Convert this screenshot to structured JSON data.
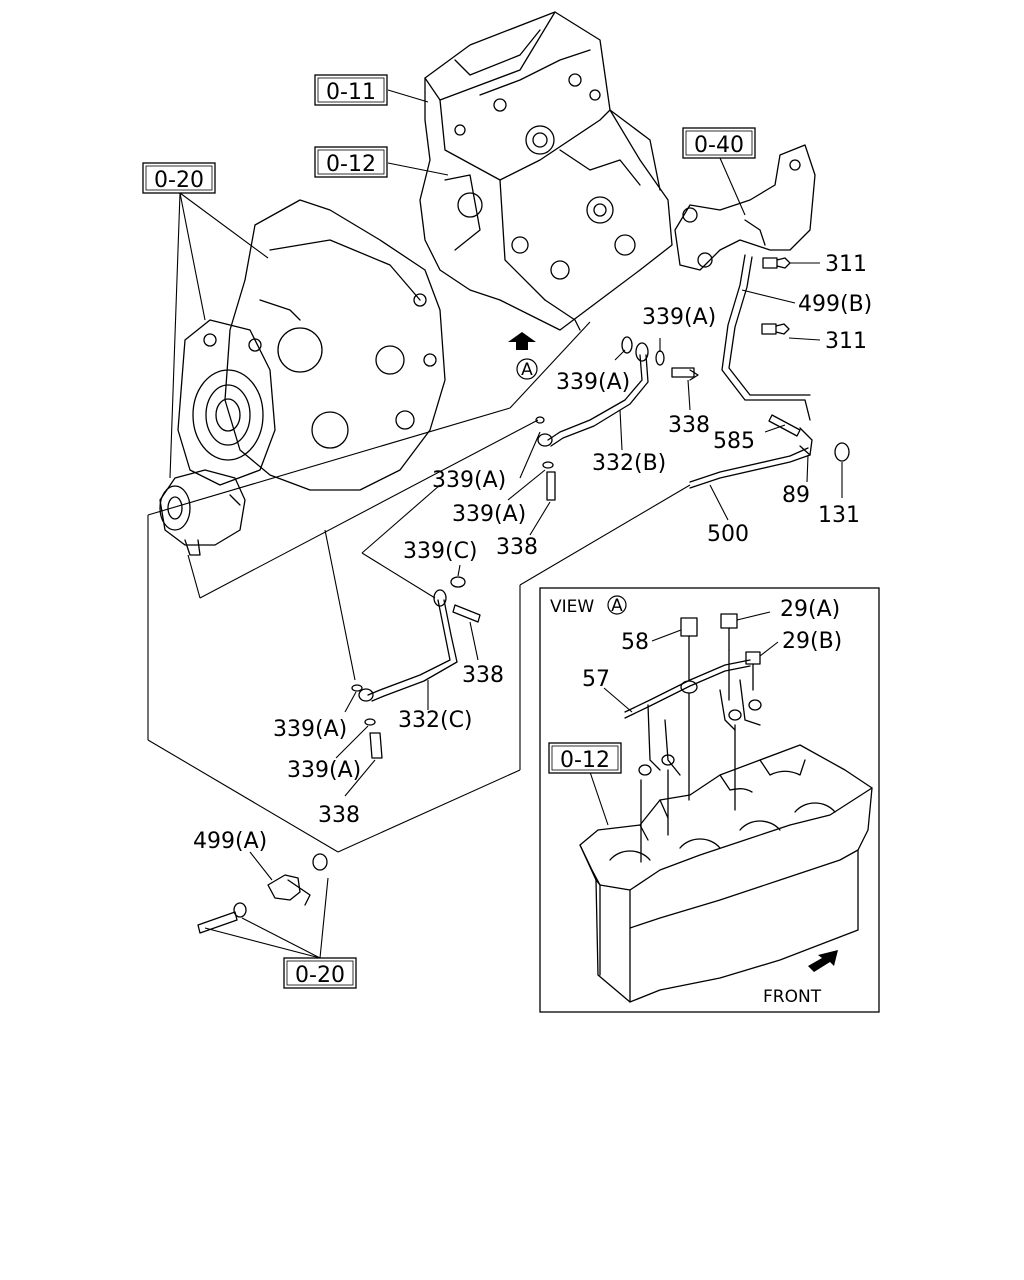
{
  "refs": {
    "r011": "0-11",
    "r012": "0-12",
    "r020_top": "0-20",
    "r040": "0-40",
    "r020_bottom": "0-20",
    "r012_view": "0-12"
  },
  "parts": {
    "p311_a": "311",
    "p311_b": "311",
    "p499b": "499(B)",
    "p339a_1": "339(A)",
    "p339a_2": "339(A)",
    "p338_1": "338",
    "p585": "585",
    "p332b": "332(B)",
    "p89": "89",
    "p131": "131",
    "p500": "500",
    "p339a_3": "339(A)",
    "p339a_4": "339(A)",
    "p338_2": "338",
    "p339c": "339(C)",
    "p338_3": "338",
    "p339a_5": "339(A)",
    "p332c": "332(C)",
    "p339a_6": "339(A)",
    "p338_4": "338",
    "p499a": "499(A)"
  },
  "view": {
    "marker": "A",
    "title": "VIEW",
    "title_marker": "A",
    "p58": "58",
    "p29a": "29(A)",
    "p29b": "29(B)",
    "p57": "57",
    "front": "FRONT"
  }
}
